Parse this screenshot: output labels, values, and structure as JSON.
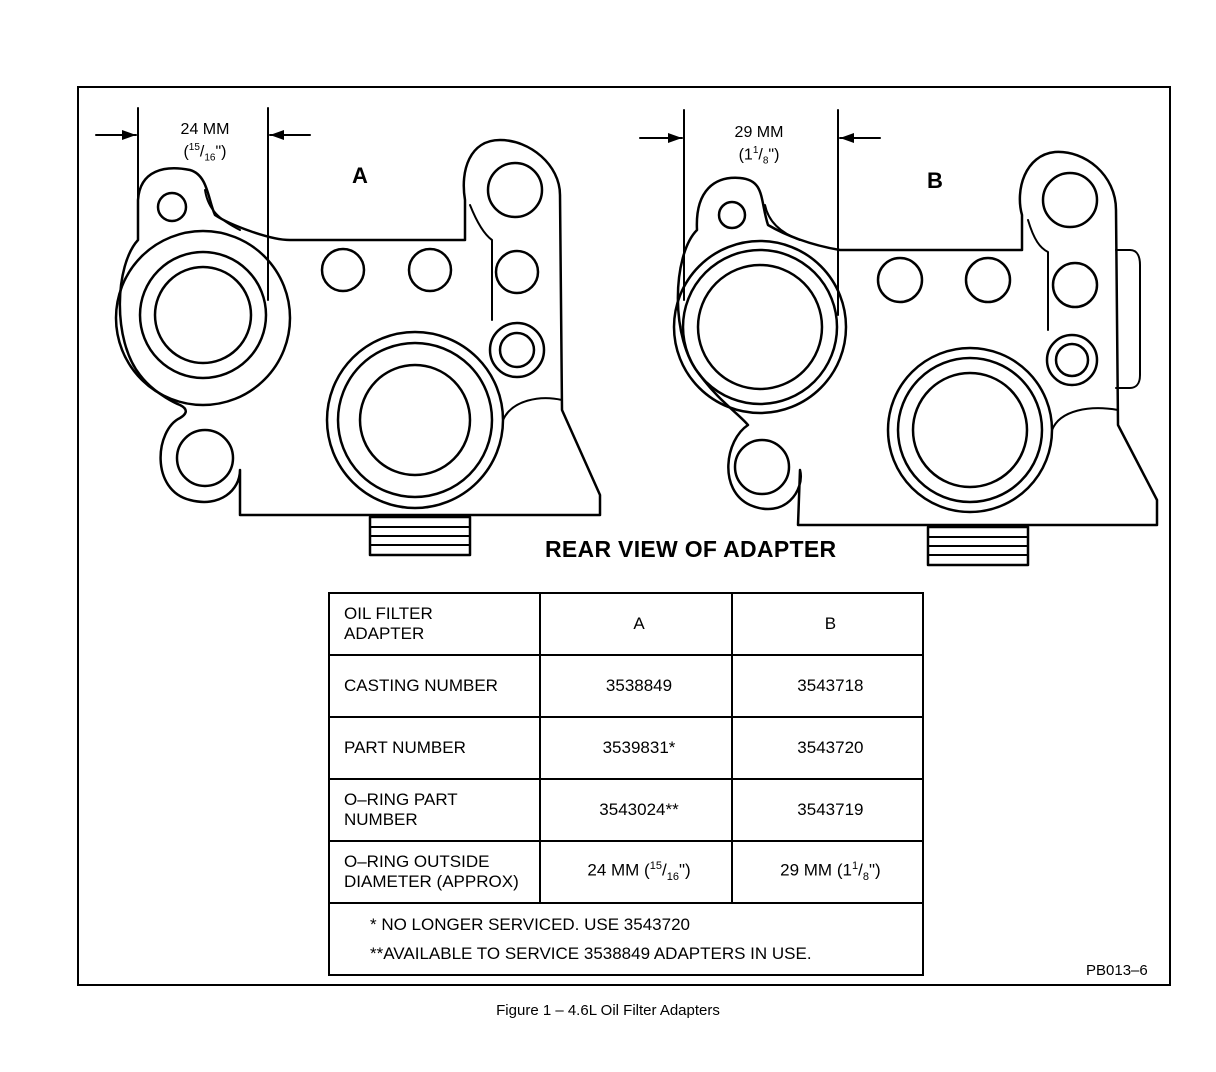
{
  "diagram": {
    "title": "REAR VIEW OF ADAPTER",
    "view_a": {
      "label": "A",
      "dimension_mm": "24 MM",
      "dimension_in_num": "15",
      "dimension_in_den": "16"
    },
    "view_b": {
      "label": "B",
      "dimension_mm": "29 MM",
      "dimension_in_whole": "1",
      "dimension_in_num": "1",
      "dimension_in_den": "8"
    }
  },
  "table": {
    "header": {
      "label_line1": "OIL FILTER",
      "label_line2": "ADAPTER",
      "col_a": "A",
      "col_b": "B"
    },
    "rows": [
      {
        "label_line1": "CASTING NUMBER",
        "label_line2": "",
        "a": "3538849",
        "b": "3543718"
      },
      {
        "label_line1": "PART NUMBER",
        "label_line2": "",
        "a": "3539831*",
        "b": "3543720"
      },
      {
        "label_line1": "O–RING PART",
        "label_line2": "NUMBER",
        "a": "3543024**",
        "b": "3543719"
      }
    ],
    "diameter_row": {
      "label_line1": "O–RING OUTSIDE",
      "label_line2": "DIAMETER (APPROX)",
      "a_mm": "24 MM",
      "a_num": "15",
      "a_den": "16",
      "b_mm": "29 MM",
      "b_whole": "1",
      "b_num": "1",
      "b_den": "8"
    },
    "footnotes": [
      "* NO LONGER SERVICED. USE 3543720",
      "**AVAILABLE TO SERVICE 3538849 ADAPTERS IN USE."
    ]
  },
  "figure_code": "PB013–6",
  "caption": "Figure 1  –  4.6L Oil Filter Adapters"
}
